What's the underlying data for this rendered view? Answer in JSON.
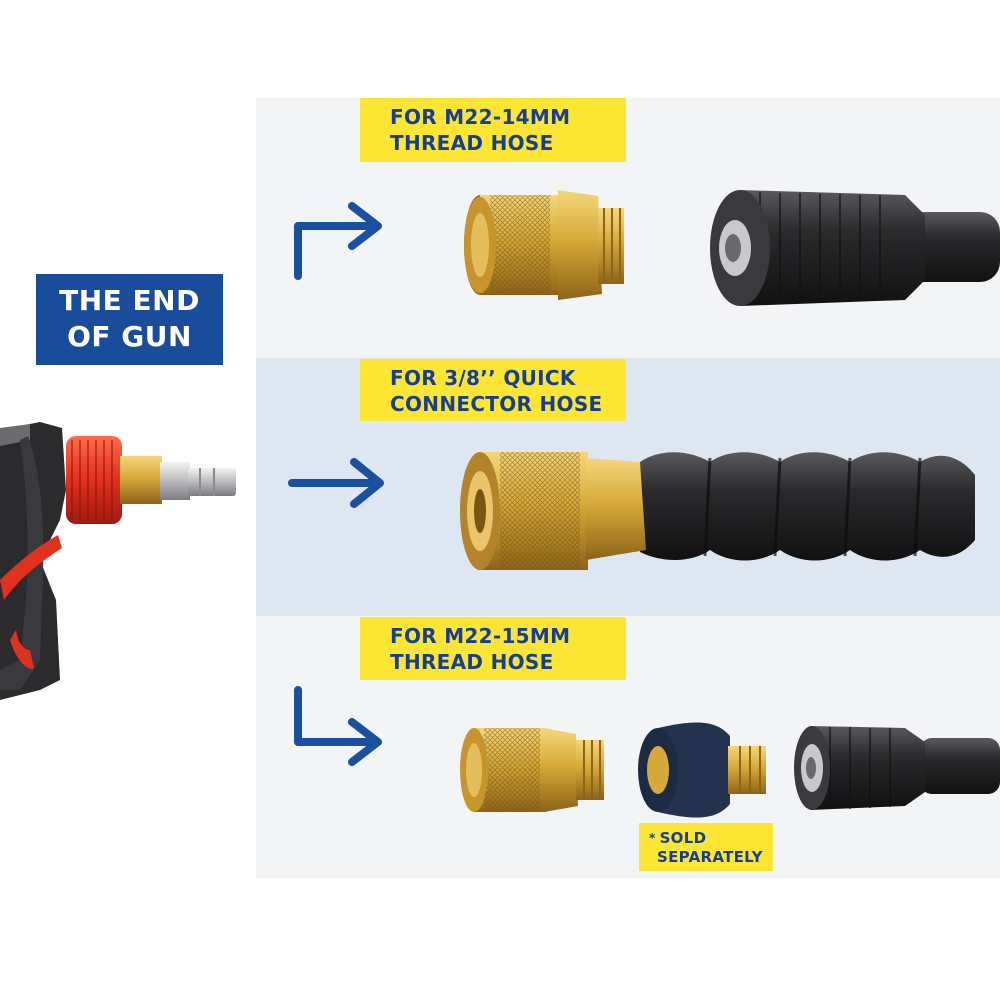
{
  "gun_label": {
    "line1": "THE END",
    "line2": "OF GUN"
  },
  "top_label": {
    "line1": "FOR M22-14MM",
    "line2": "THREAD HOSE"
  },
  "mid_label": {
    "line1": "FOR 3/8’’ QUICK",
    "line2": "CONNECTOR HOSE"
  },
  "bot_label": {
    "line1": "FOR M22-15MM",
    "line2": "THREAD HOSE"
  },
  "sold_note": {
    "mark": "*",
    "line1": "SOLD",
    "line2": "SEPARATELY"
  },
  "colors": {
    "label_yellow": "#fde533",
    "label_blue_text": "#163f92",
    "gun_box_blue": "#1a4c9c",
    "arrow_blue": "#1b4fa0",
    "brass": "#d7a93a",
    "hose_black": "#2a2a2c",
    "grip_red": "#e0301e"
  },
  "icons": [
    "arrow-up-right-icon",
    "arrow-right-icon",
    "arrow-down-right-icon"
  ]
}
